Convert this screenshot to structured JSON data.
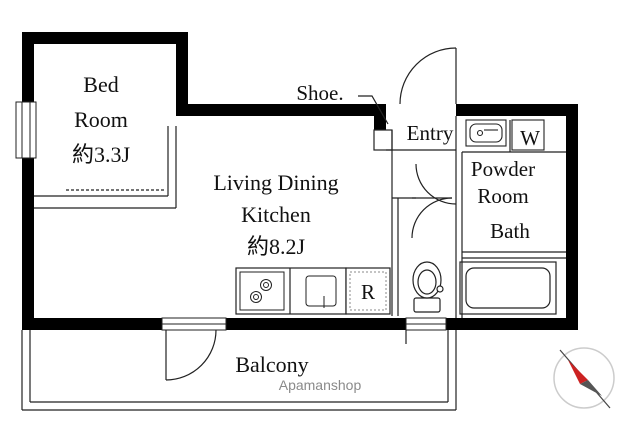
{
  "rooms": {
    "bed_room": {
      "line1": "Bed",
      "line2": "Room",
      "area": "約3.3J"
    },
    "ldk": {
      "line1": "Living Dining",
      "line2": "Kitchen",
      "area": "約8.2J"
    },
    "shoe": "Shoe.",
    "entry": "Entry",
    "washer": "W",
    "powder_room": {
      "line1": "Powder",
      "line2": "Room"
    },
    "bath": "Bath",
    "refrigerator": "R",
    "balcony": "Balcony"
  },
  "watermark": "Apamanshop",
  "colors": {
    "wall": "#000000",
    "line": "#222222",
    "watermark": "#8a8a8a",
    "compass": "#cc2222"
  }
}
